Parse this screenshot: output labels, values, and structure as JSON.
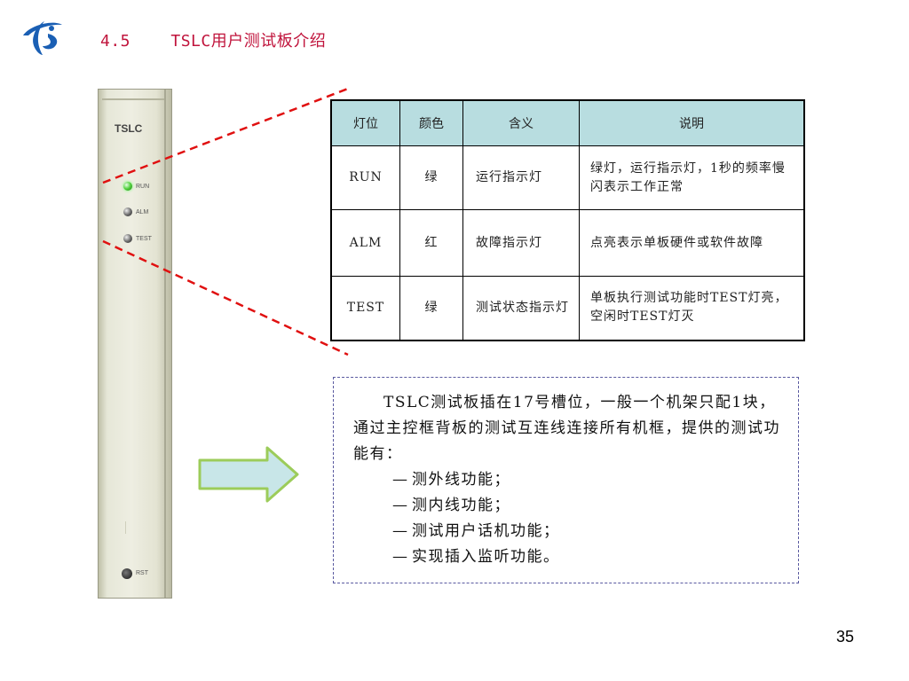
{
  "header": {
    "section_number": "4.5",
    "title": "TSLC用户测试板介绍"
  },
  "board": {
    "name": "TSLC",
    "leds": [
      {
        "label": "RUN",
        "lit": true
      },
      {
        "label": "ALM",
        "lit": false
      },
      {
        "label": "TEST",
        "lit": false
      }
    ],
    "reset_label": "RST"
  },
  "led_table": {
    "headers": [
      "灯位",
      "颜色",
      "含义",
      "说明"
    ],
    "rows": [
      {
        "position": "RUN",
        "color": "绿",
        "meaning": "运行指示灯",
        "description": "绿灯，运行指示灯，1秒的频率慢闪表示工作正常"
      },
      {
        "position": "ALM",
        "color": "红",
        "meaning": "故障指示灯",
        "description": "点亮表示单板硬件或软件故障"
      },
      {
        "position": "TEST",
        "color": "绿",
        "meaning": "测试状态指示灯",
        "description": "单板执行测试功能时TEST灯亮，空闲时TEST灯灭"
      }
    ]
  },
  "info": {
    "intro": "TSLC测试板插在17号槽位，一般一个机架只配1块，通过主控框背板的测试互连线连接所有机框，提供的测试功能有：",
    "bullet": "—",
    "features": [
      "测外线功能；",
      "测内线功能；",
      "测试用户话机功能；",
      "实现插入监听功能。"
    ]
  },
  "page_number": "35",
  "colors": {
    "title": "#c0143c",
    "logo": "#1a5fb4",
    "table_header": "#b8dde0",
    "arrow_fill": "#c8e6e8",
    "arrow_stroke": "#9ccc5a",
    "dash_line": "#e01010"
  }
}
